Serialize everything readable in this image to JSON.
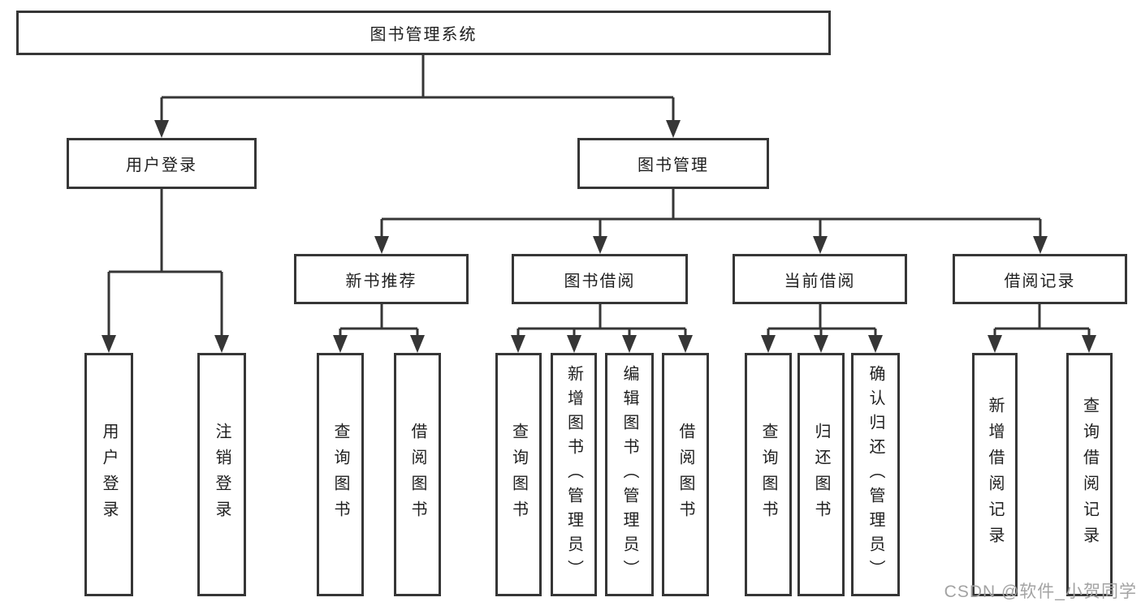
{
  "diagram": {
    "title": "图书管理系统",
    "root": {
      "label": "图书管理系统"
    },
    "branches": [
      {
        "label": "用户登录",
        "children": [
          {
            "label": "用户登录"
          },
          {
            "label": "注销登录"
          }
        ]
      },
      {
        "label": "图书管理",
        "children": [
          {
            "label": "新书推荐",
            "children": [
              {
                "label": "查询图书"
              },
              {
                "label": "借阅图书"
              }
            ]
          },
          {
            "label": "图书借阅",
            "children": [
              {
                "label": "查询图书"
              },
              {
                "label": "新增图书（管理员）"
              },
              {
                "label": "编辑图书（管理员）"
              },
              {
                "label": "借阅图书"
              }
            ]
          },
          {
            "label": "当前借阅",
            "children": [
              {
                "label": "查询图书"
              },
              {
                "label": "归还图书"
              },
              {
                "label": "确认归还（管理员）"
              }
            ]
          },
          {
            "label": "借阅记录",
            "children": [
              {
                "label": "新增借阅记录"
              },
              {
                "label": "查询借阅记录"
              }
            ]
          }
        ]
      }
    ]
  },
  "watermark": {
    "text": "CSDN @软件_小贺同学"
  },
  "colors": {
    "line": "#363636",
    "box_background": "#ffffff",
    "text": "#1f1f1f",
    "watermark": "#a3a3a3",
    "background": "#ffffff"
  }
}
